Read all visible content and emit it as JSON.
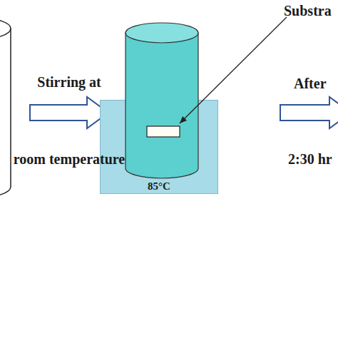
{
  "diagram": {
    "nodes": [
      {
        "text": [
          "85°C"
        ]
      }
    ],
    "labels": [
      "Substra",
      "Stirring at",
      "room temperature",
      "After",
      "2:30 hr"
    ]
  }
}
